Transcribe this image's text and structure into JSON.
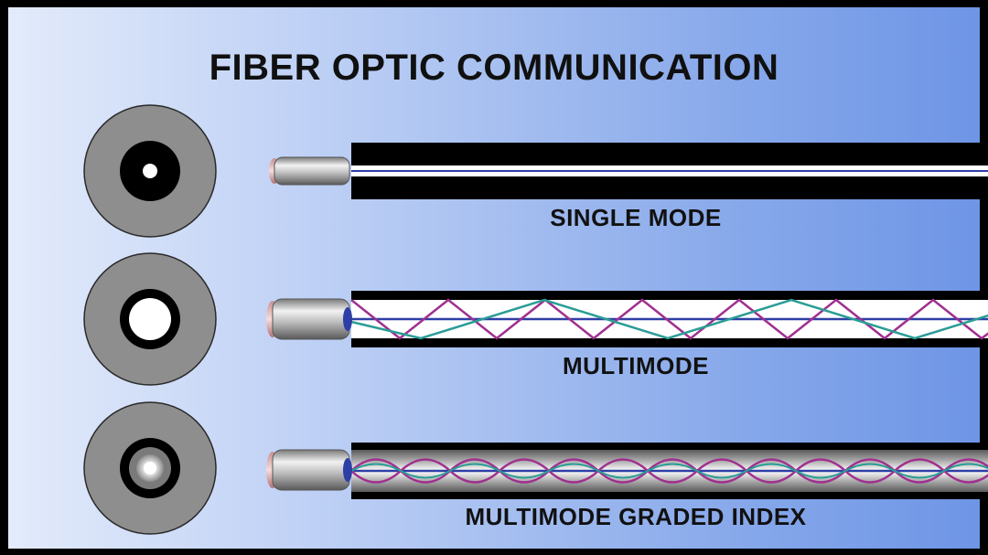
{
  "title": "FIBER OPTIC COMMUNICATION",
  "fibers": [
    {
      "id": "single-mode",
      "label": "SINGLE MODE"
    },
    {
      "id": "multimode",
      "label": "MULTIMODE"
    },
    {
      "id": "graded-index",
      "label": "MULTIMODE GRADED INDEX"
    }
  ],
  "colors": {
    "background_left": "#e3ebfb",
    "background_right": "#6e95e6",
    "cladding": "#000000",
    "core": "#ffffff",
    "ray_magenta": "#a0308f",
    "ray_teal": "#2a9d95",
    "axis_blue": "#2d3fa6",
    "cross_section_gray": "#8e8e8e"
  }
}
